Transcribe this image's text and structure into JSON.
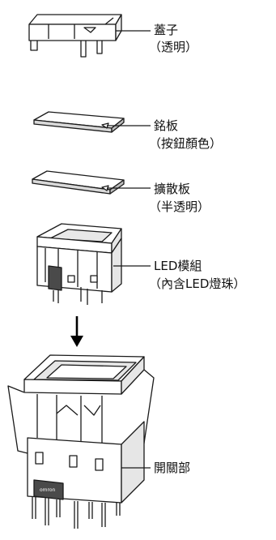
{
  "labels": {
    "cover": {
      "name": "蓋子",
      "note": "（透明）"
    },
    "nameplate": {
      "name": "銘板",
      "note": "（按鈕顏色）"
    },
    "diffuser": {
      "name": "擴散板",
      "note": "（半透明）"
    },
    "led_module": {
      "name": "LED模組",
      "note": "（內含LED燈珠）"
    },
    "switch_unit": {
      "name": "開關部"
    },
    "nameplate_text": "omron"
  },
  "colors": {
    "line": "#1a1a1a",
    "fill_light": "#ffffff",
    "fill_gray": "#d9d9d9",
    "fill_dark": "#4a4a4a",
    "arrow": "#000000"
  },
  "icons": {
    "assembly_arrow": "arrow-down-icon"
  }
}
